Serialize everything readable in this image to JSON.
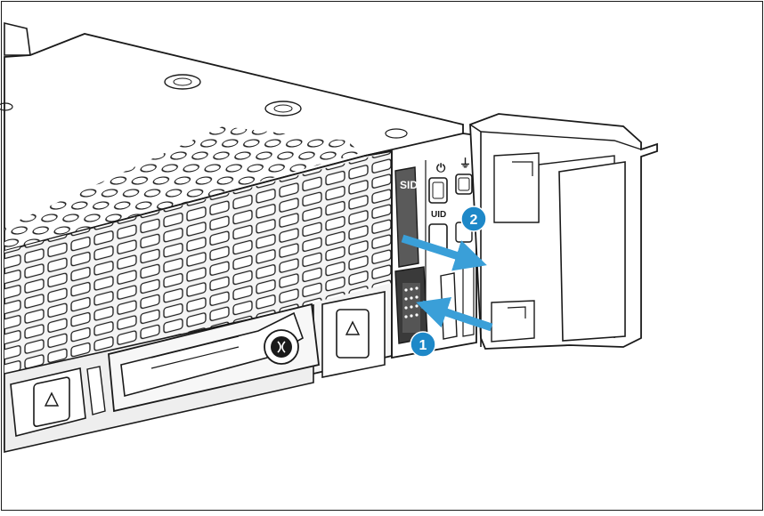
{
  "labels": {
    "sid": "SID",
    "uid": "UID",
    "step1": "1",
    "step2": "2"
  },
  "icons": {
    "power": "power-icon",
    "network": "network-icon",
    "step_marker": "numbered-callout-icon"
  },
  "colors": {
    "callout": "#1e88c8",
    "arrow": "#3a9fd8",
    "line": "#1a1a1a",
    "sid_panel": "#5a5a5a",
    "background": "#ffffff"
  }
}
